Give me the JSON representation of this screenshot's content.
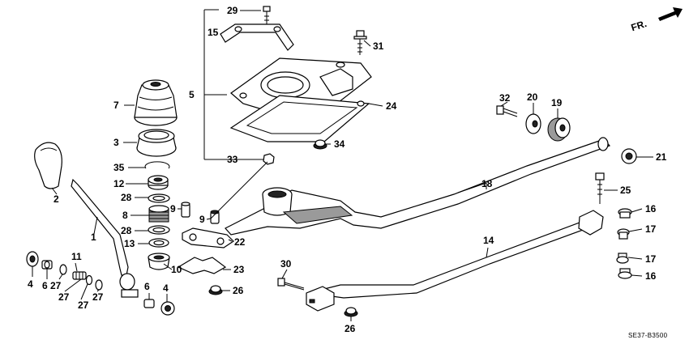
{
  "direction": {
    "label": "FR."
  },
  "diagram_code": "SE37-B3500",
  "callouts": {
    "c1": "1",
    "c2": "2",
    "c3": "3",
    "c4a": "4",
    "c4b": "4",
    "c5": "5",
    "c6a": "6",
    "c6b": "6",
    "c7": "7",
    "c8": "8",
    "c9a": "9",
    "c9b": "9",
    "c10": "10",
    "c11": "11",
    "c12": "12",
    "c13": "13",
    "c14": "14",
    "c15": "15",
    "c16a": "16",
    "c16b": "16",
    "c17a": "17",
    "c17b": "17",
    "c18": "18",
    "c19": "19",
    "c20": "20",
    "c21": "21",
    "c22": "22",
    "c23": "23",
    "c24": "24",
    "c25": "25",
    "c26a": "26",
    "c26b": "26",
    "c27a": "27",
    "c27b": "27",
    "c27c": "27",
    "c28a": "28",
    "c28b": "28",
    "c29": "29",
    "c30": "30",
    "c31": "31",
    "c32": "32",
    "c33": "33",
    "c34": "34",
    "c35": "35"
  }
}
